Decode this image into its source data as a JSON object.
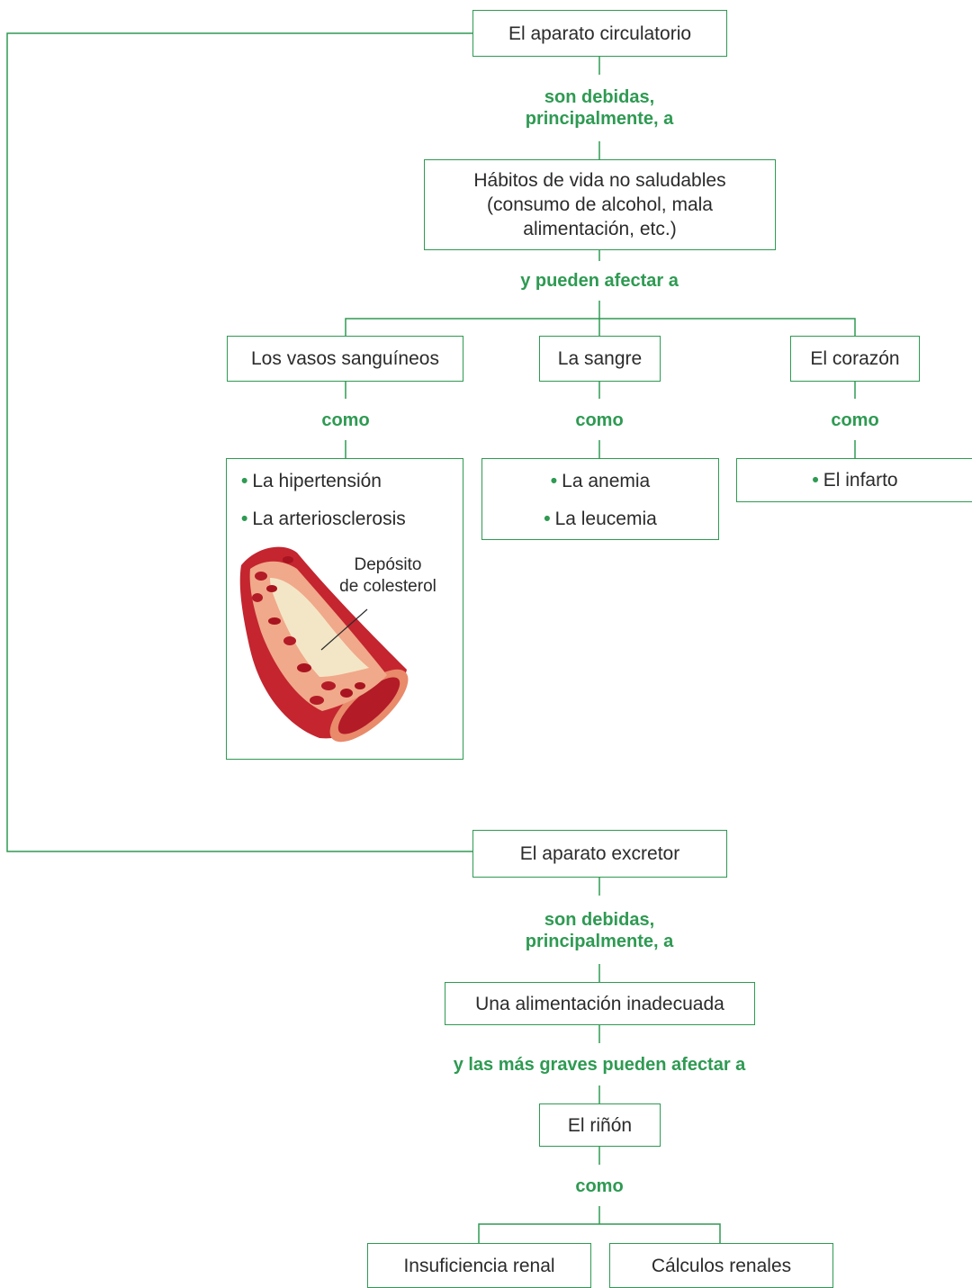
{
  "colors": {
    "accent": "#2e9a52",
    "text": "#2b2b2b",
    "vessel": "#c4252f",
    "plaque": "#f3e6c7"
  },
  "circulatorio": {
    "title": "El aparato circulatorio",
    "link1_line1": "son debidas,",
    "link1_line2": "principalmente, a",
    "cause_line1": "Hábitos de vida no saludables",
    "cause_line2": "(consumo de alcohol, mala",
    "cause_line3": "alimentación, etc.)",
    "link2": "y pueden afectar a",
    "branches": [
      {
        "label": "Los vasos sanguíneos",
        "link": "como",
        "items": [
          "La hipertensión",
          "La arteriosclerosis"
        ]
      },
      {
        "label": "La sangre",
        "link": "como",
        "items": [
          "La anemia",
          "La leucemia"
        ]
      },
      {
        "label": "El corazón",
        "link": "como",
        "items": [
          "El infarto"
        ]
      }
    ],
    "callout_line1": "Depósito",
    "callout_line2": "de colesterol"
  },
  "excretor": {
    "title": "El aparato excretor",
    "link1_line1": "son debidas,",
    "link1_line2": "principalmente, a",
    "cause": "Una alimentación inadecuada",
    "link2": "y las más graves pueden afectar a",
    "organ": "El riñón",
    "link3": "como",
    "items": [
      "Insuficiencia renal",
      "Cálculos renales"
    ]
  }
}
